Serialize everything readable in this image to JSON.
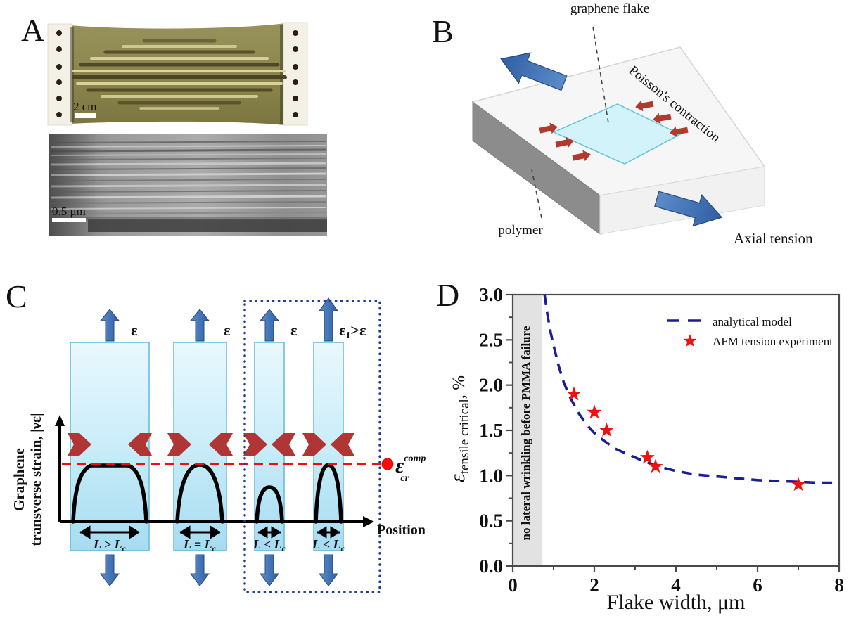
{
  "panel_a": {
    "label": "A",
    "top_scale_bar": "2 cm",
    "bottom_scale_bar": "0.5 μm"
  },
  "panel_b": {
    "label": "B",
    "graphene_flake_label": "graphene flake",
    "poisson_label": "Poisson's contraction",
    "polymer_label": "polymer",
    "axial_tension_label": "Axial tension"
  },
  "panel_c": {
    "label": "C",
    "ylabel_line1": "Graphene",
    "ylabel_line2": "transverse strain, |νε|",
    "xlabel": "Position",
    "strain_col1": "ε",
    "strain_col2": "ε",
    "strain_col3": "ε",
    "strain_col4": {
      "base": "ε",
      "sub": "1",
      "rest": ">ε"
    },
    "critical_strain": {
      "base": "ε",
      "sup": "comp",
      "sub": "cr"
    },
    "col1_length": {
      "main": "L > L",
      "sub": "c"
    },
    "col2_length": {
      "main": "L = L",
      "sub": "c"
    },
    "col3_length": {
      "main": "L < L",
      "sub": "c"
    },
    "col4_length": {
      "main": "L < L",
      "sub": "c"
    },
    "colors": {
      "flake_fill": "#cdeef9",
      "blue_arrow": "#3c70b4",
      "red_arrow": "#b03a2e",
      "critical_line": "#fa0a0a",
      "dotted_box": "#1e3f8f"
    }
  },
  "panel_d": {
    "label": "D",
    "ylabel": {
      "eps": "ε",
      "sub": "tensile critical",
      "rest": ", %"
    },
    "xlabel": "Flake width, μm"
  },
  "chart_data": {
    "type": "line",
    "xlabel": "Flake width, μm",
    "ylabel": "ε tensile critical, %",
    "xlim": [
      0,
      8
    ],
    "ylim": [
      0.0,
      3.0
    ],
    "x_ticks": [
      0,
      2,
      4,
      6,
      8
    ],
    "x_tick_labels": [
      "0",
      "2",
      "4",
      "6",
      "8"
    ],
    "x_minor_ticks": [
      1,
      3,
      5,
      7
    ],
    "y_ticks": [
      0.0,
      0.5,
      1.0,
      1.5,
      2.0,
      2.5,
      3.0
    ],
    "y_tick_labels": [
      "0.0",
      "0.5",
      "1.0",
      "1.5",
      "2.0",
      "2.5",
      "3.0"
    ],
    "y_minor_ticks": [
      0.25,
      0.75,
      1.25,
      1.75,
      2.25,
      2.75
    ],
    "grid": false,
    "legend_position": "top-right",
    "annotation": "no lateral wrinkling before PMMA failure",
    "annotation_band_x": [
      0,
      0.71
    ],
    "annotation_band_color": "#e2e2e2",
    "series": [
      {
        "name": "analytical model",
        "type": "line",
        "style": "dashed",
        "color": "#1c1c96",
        "points": [
          [
            0.78,
            3.0
          ],
          [
            0.85,
            2.78
          ],
          [
            0.93,
            2.58
          ],
          [
            1.02,
            2.4
          ],
          [
            1.12,
            2.22
          ],
          [
            1.25,
            2.03
          ],
          [
            1.4,
            1.87
          ],
          [
            1.6,
            1.7
          ],
          [
            1.8,
            1.57
          ],
          [
            2.0,
            1.47
          ],
          [
            2.25,
            1.38
          ],
          [
            2.5,
            1.3
          ],
          [
            2.8,
            1.24
          ],
          [
            3.1,
            1.18
          ],
          [
            3.5,
            1.11
          ],
          [
            4.0,
            1.05
          ],
          [
            4.5,
            1.01
          ],
          [
            5.0,
            0.99
          ],
          [
            5.5,
            0.97
          ],
          [
            6.0,
            0.95
          ],
          [
            6.5,
            0.94
          ],
          [
            7.0,
            0.93
          ],
          [
            7.5,
            0.92
          ],
          [
            8.0,
            0.92
          ]
        ]
      },
      {
        "name": "AFM tension experiment",
        "type": "scatter",
        "marker": "star",
        "color": "#ee1111",
        "points": [
          [
            1.5,
            1.9
          ],
          [
            2.0,
            1.7
          ],
          [
            2.3,
            1.5
          ],
          [
            3.3,
            1.2
          ],
          [
            3.5,
            1.1
          ],
          [
            7.0,
            0.9
          ]
        ]
      }
    ]
  }
}
